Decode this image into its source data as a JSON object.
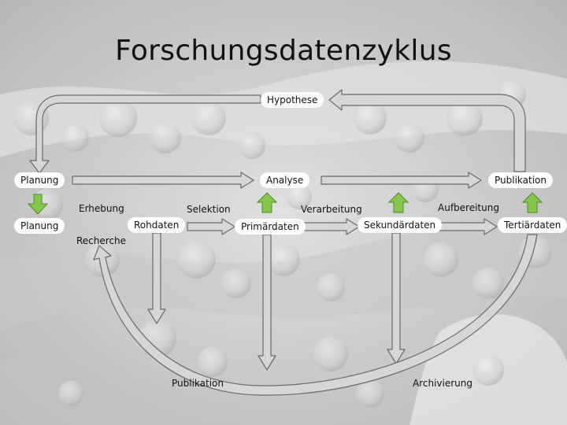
{
  "title": "Forschungsdatenzyklus",
  "nodes": {
    "hypothese": "Hypothese",
    "planung_top": "Planung",
    "analyse": "Analyse",
    "publikation_top": "Publikation",
    "erhebung": "Erhebung",
    "selektion": "Selektion",
    "verarbeitung": "Verarbeitung",
    "aufbereitung": "Aufbereitung",
    "planung_bottom": "Planung",
    "rohdaten": "Rohdaten",
    "primaerdaten": "Primärdaten",
    "sekundaerdaten": "Sekundärdaten",
    "tertiaerdaten": "Tertiärdaten",
    "recherche": "Recherche",
    "publikation_bottom": "Publikation",
    "archivierung": "Archivierung"
  },
  "colors": {
    "arrow_fill": "#d6d6d6",
    "arrow_stroke": "#6a6a6a",
    "green_arrow": "#86c64a",
    "green_stroke": "#4f8a2a",
    "box_fill": "#ffffff"
  }
}
